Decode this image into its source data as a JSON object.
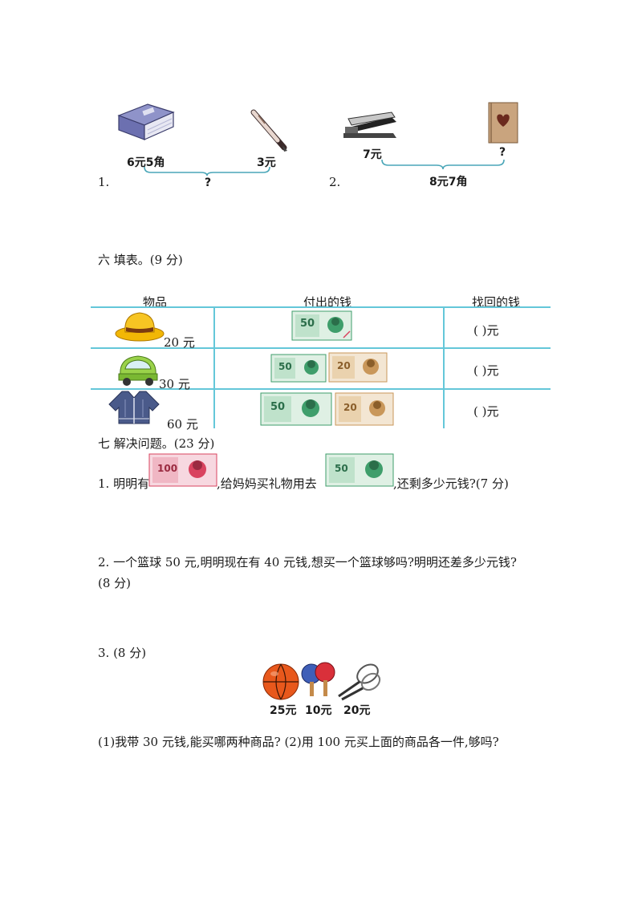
{
  "section5": {
    "p1": {
      "number": "1.",
      "price_left": "6元5角",
      "price_right": "3元",
      "question": "?"
    },
    "p2": {
      "number": "2.",
      "price_left": "7元",
      "price_right": "?",
      "total": "8元7角"
    }
  },
  "section6": {
    "heading": "六  填表。(9 分)",
    "headers": {
      "item": "物品",
      "paid": "付出的钱",
      "change": "找回的钱"
    },
    "rows": [
      {
        "price": "20 元",
        "note_1": "50",
        "change": "(      )元"
      },
      {
        "price": "30 元",
        "note_1": "50",
        "note_2": "20",
        "change": "(      )元"
      },
      {
        "price": "60 元",
        "note_1": "50",
        "note_2": "20",
        "change": "(      )元"
      }
    ]
  },
  "section7": {
    "heading": "七  解决问题。(23 分)",
    "q1": {
      "pre": "1. 明明有",
      "mid": ",给妈妈买礼物用去",
      "post": ",还剩多少元钱?(7 分)",
      "note_a": "100",
      "note_b": "50"
    },
    "q2": {
      "line1": "2. 一个篮球 50 元,明明现在有 40 元钱,想买一个篮球够吗?明明还差多少元钱?",
      "line2": "(8 分)"
    },
    "q3": {
      "label": "3. (8 分)",
      "prices": [
        "25元",
        "10元",
        "20元"
      ],
      "sub": "(1)我带 30 元钱,能买哪两种商品?   (2)用 100 元买上面的商品各一件,够吗?"
    }
  },
  "colors": {
    "table_line": "#64c7d9",
    "brace": "#4aa6b8",
    "note_50": "#3f9e6b",
    "note_20": "#c9975a",
    "note_100": "#d9435f"
  }
}
